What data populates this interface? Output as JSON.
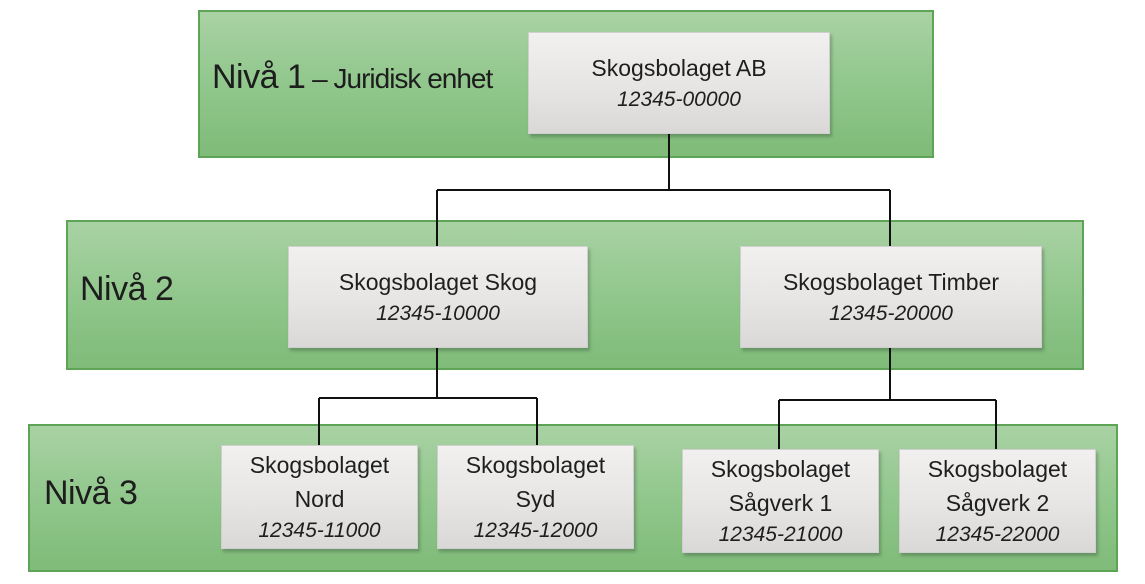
{
  "levels": {
    "level1": {
      "main": "Nivå 1",
      "suffix": " – Juridisk enhet"
    },
    "level2": {
      "main": "Nivå 2"
    },
    "level3": {
      "main": "Nivå 3"
    }
  },
  "nodes": {
    "ab": {
      "name": "Skogsbolaget AB",
      "code": "12345-00000"
    },
    "skog": {
      "name": "Skogsbolaget Skog",
      "code": "12345-10000"
    },
    "timber": {
      "name": "Skogsbolaget Timber",
      "code": "12345-20000"
    },
    "nord": {
      "name_line1": "Skogsbolaget",
      "name_line2": "Nord",
      "code": "12345-11000"
    },
    "syd": {
      "name_line1": "Skogsbolaget",
      "name_line2": "Syd",
      "code": "12345-12000"
    },
    "sag1": {
      "name_line1": "Skogsbolaget",
      "name_line2": "Sågverk 1",
      "code": "12345-21000"
    },
    "sag2": {
      "name_line1": "Skogsbolaget",
      "name_line2": "Sågverk 2",
      "code": "12345-22000"
    }
  },
  "colors": {
    "band_fill": "#93c88e",
    "band_border": "#5ea457",
    "node_fill": "#e6e5e4",
    "connector": "#111111"
  }
}
